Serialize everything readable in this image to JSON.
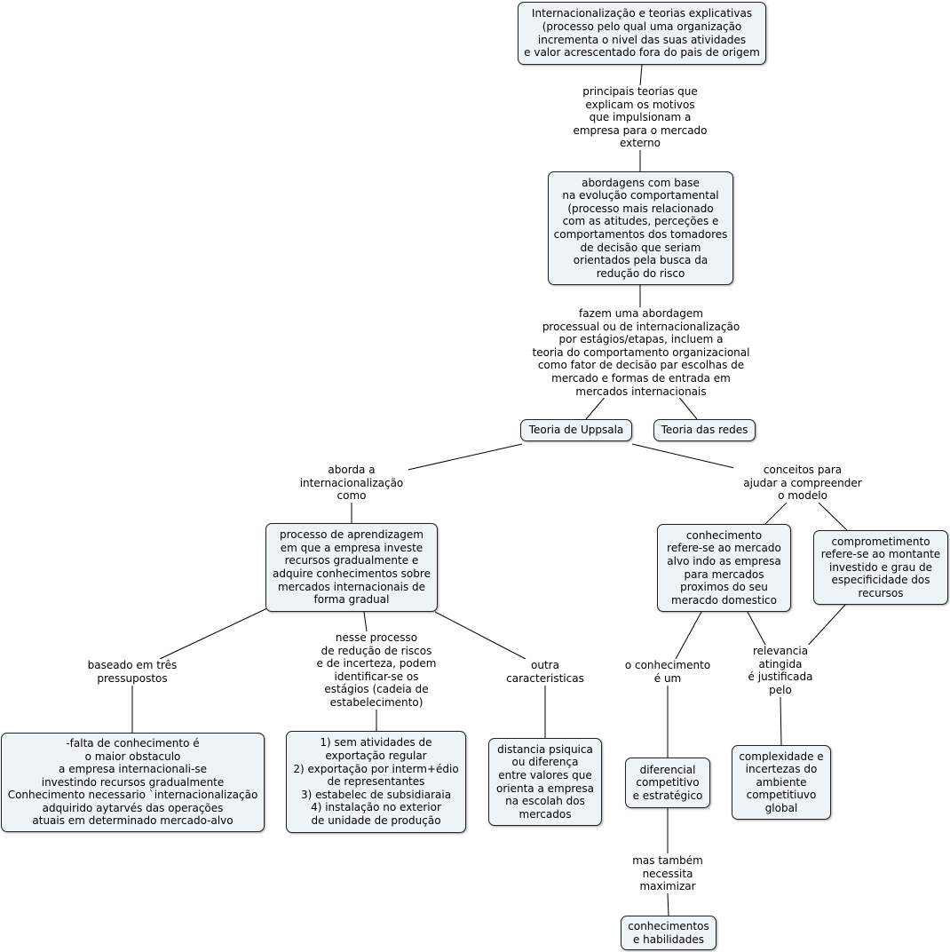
{
  "concepts": {
    "root": "Internacionalização e teorias explicativas\n(processo pelo qual uma organização\nincrementa o nivel das suas atividades\ne valor acrescentado fora do pais de origem",
    "abordagens": "abordagens com base\nna evolução comportamental\n(processo mais relacionado\ncom as atitudes, perceções e\ncomportamentos dos tomadores\nde decisão que seriam\norientados pela busca da\nredução do risco",
    "uppsala": "Teoria de Uppsala",
    "redes": "Teoria das redes",
    "aprendizagem": "processo de aprendizagem\nem que a empresa investe\nrecursos gradualmente e\nadquire conhecimentos sobre\nmercados internacionais de\nforma gradual",
    "conhecimento": "conhecimento\nrefere-se ao mercado\nalvo  indo as empresa\npara mercados\nproximos do seu\nmeracdo domestico",
    "comprometimento": "comprometimento\nrefere-se ao montante\ninvestido e grau de\nespecificidade dos\nrecursos",
    "pressupostos": "-falta de conhecimento é\no maior obstaculo\na empresa internacionali-se\ninvestindo recursos gradualmente\nConhecimento necessario `internacionalização\nadquirido aytarvés das operações\natuais em determinado mercado-alvo",
    "estagios": "1) sem atividades de\nexportação regular\n2) exportação por interm+édio\nde representantes\n3) estabelec de subsidiaraia\n4) instalação no exterior\nde unidade de produção",
    "distancia": "distancia psiquica\nou diferença\nentre valores que\norienta a empresa\nna escolah  dos\nmercados",
    "diferencial": "diferencial\ncompetitivo\ne estratégico",
    "complexidade": "complexidade e\nincertezas do\nambiente\ncompetitiuvo\nglobal",
    "habilidades": "conhecimentos\ne habilidades"
  },
  "linking_phrases": {
    "principais": "principais teorias que\nexplicam os motivos\nque impulsionam a\nempresa para o mercado\nexterno",
    "fazem": "fazem uma abordagem\nprocessual ou de internacionalização\npor estágios/etapas, incluem a\nteoria do comportamento organizacional\ncomo fator de decisão par escolhas de\nmercado e formas de entrada em\nmercados internacionais",
    "aborda": "aborda a\ninternacionalização\ncomo",
    "conceitos": "conceitos para\najudar a compreender\no modelo",
    "baseado": "baseado em três\npressupostos",
    "nesse": "nesse processo\nde redução de riscos\ne de incerteza, podem\nidentificar-se os\nestágios (cadeia de\nestabelecimento)",
    "outra": "outra\ncaracteristicas",
    "oconhecimento": "o conhecimento\né um",
    "relevancia": "relevancia\natingida\né justificada\npelo",
    "mastambem": "mas também\nnecessita\nmaximizar"
  }
}
